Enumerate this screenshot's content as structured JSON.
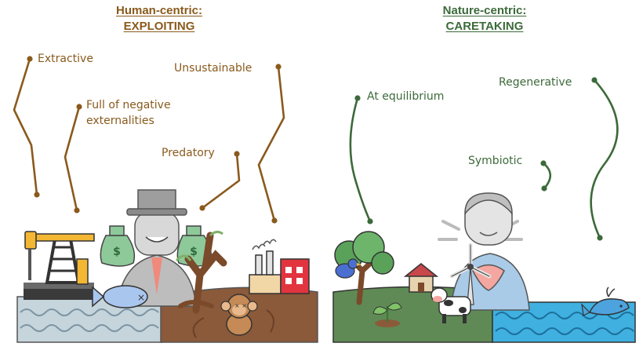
{
  "colors": {
    "brown": "#8a5a1c",
    "green": "#3c6a3a",
    "water_gray": "#c6d4dc",
    "soil": "#8b5a3a",
    "grass": "#5f8a55",
    "ocean": "#3fb0e0"
  },
  "left": {
    "heading_line1": "Human-centric:",
    "heading_line2": "EXPLOITING",
    "labels": {
      "extractive": "Extractive",
      "negative_line1": "Full of negative",
      "negative_line2": "externalities",
      "predatory": "Predatory",
      "unsustainable": "Unsustainable"
    },
    "icons": [
      "oil-pump-icon",
      "money-bag-icon",
      "businessman-icon",
      "fish-icon",
      "dead-tree-icon",
      "monkey-icon",
      "factory-icon"
    ]
  },
  "right": {
    "heading_line1": "Nature-centric:",
    "heading_line2": "CARETAKING",
    "labels": {
      "equilibrium": "At equilibrium",
      "regenerative": "Regenerative",
      "symbiotic": "Symbiotic"
    },
    "icons": [
      "tree-icon",
      "bird-icon",
      "sprout-icon",
      "house-icon",
      "cow-icon",
      "wind-turbine-icon",
      "caretaker-icon",
      "whale-icon"
    ]
  }
}
